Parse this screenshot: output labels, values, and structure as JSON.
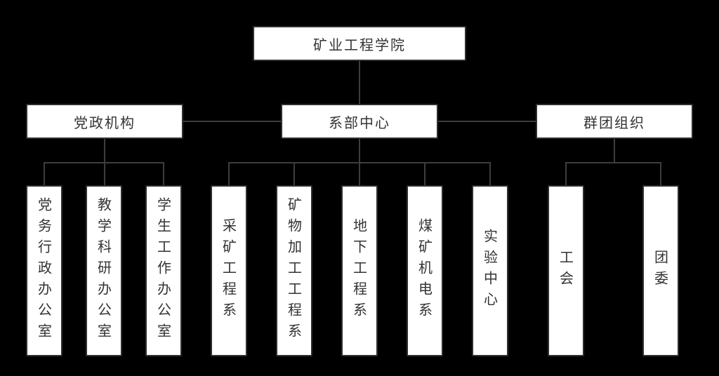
{
  "diagram": {
    "type": "org-chart",
    "root": {
      "label": "矿业工程学院"
    },
    "branches": [
      {
        "label": "党政机构",
        "children": [
          {
            "label": "党务行政办公室"
          },
          {
            "label": "教学科研办公室"
          },
          {
            "label": "学生工作办公室"
          }
        ]
      },
      {
        "label": "系部中心",
        "children": [
          {
            "label": "采矿工程系"
          },
          {
            "label": "矿物加工工程系"
          },
          {
            "label": "地下工程系"
          },
          {
            "label": "煤矿机电系"
          },
          {
            "label": "实验中心"
          }
        ]
      },
      {
        "label": "群团组织",
        "children": [
          {
            "label": "工会"
          },
          {
            "label": "团委"
          }
        ]
      }
    ],
    "colors": {
      "background": "#000000",
      "box_fill": "#ffffff",
      "box_border": "#2f2f2f",
      "text": "#333333",
      "connector": "#3d3d3d"
    }
  }
}
